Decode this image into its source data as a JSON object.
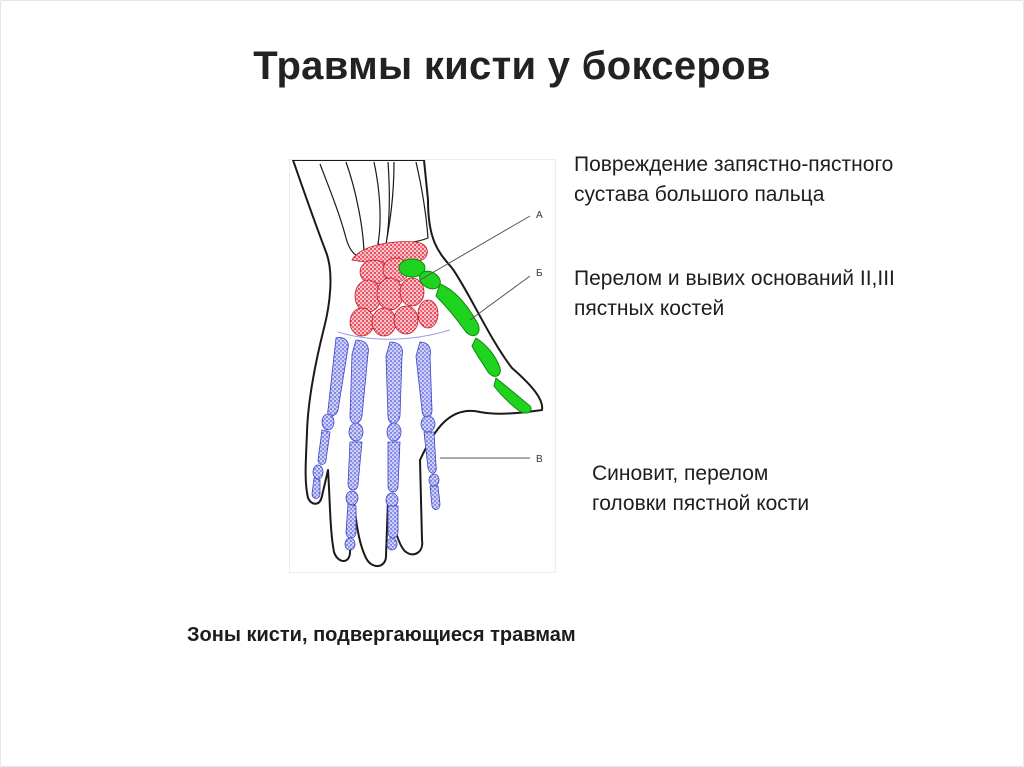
{
  "slide": {
    "title": "Травмы кисти у боксеров",
    "caption": "Зоны кисти, подвергающиеся травмам"
  },
  "diagram": {
    "zone_labels": [
      "А",
      "Б",
      "В"
    ],
    "colors": {
      "carpal_zone": "#e8283a",
      "thumb_zone": "#1fd41f",
      "metacarpal_zone": "#6b72e0",
      "outline": "#1a1a1a"
    }
  },
  "callouts": {
    "a": {
      "line1": "Повреждение запястно-пястного",
      "line2": "сустава большого пальца"
    },
    "b": {
      "line1": "Перелом и вывих оснований II,III",
      "line2": "пястных костей"
    },
    "c": {
      "line1": "Синовит, перелом",
      "line2": "головки пястной кости"
    }
  }
}
